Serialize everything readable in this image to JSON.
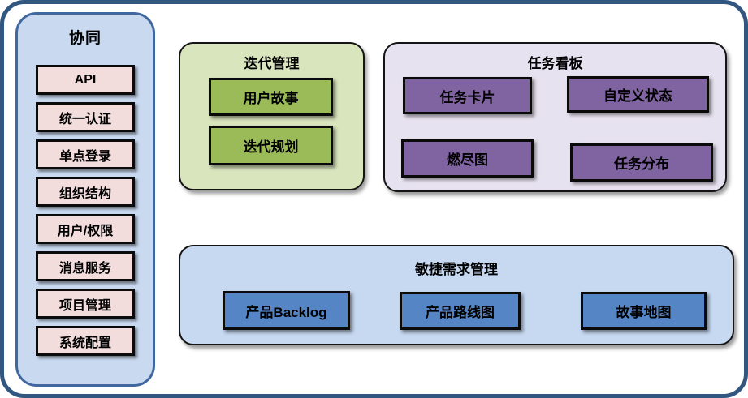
{
  "collaboration": {
    "title": "协同",
    "items": [
      "API",
      "统一认证",
      "单点登录",
      "组织结构",
      "用户/权限",
      "消息服务",
      "项目管理",
      "系统配置"
    ]
  },
  "iteration": {
    "title": "迭代管理",
    "items": [
      "用户故事",
      "迭代规划"
    ]
  },
  "taskboard": {
    "title": "任务看板",
    "items": [
      "任务卡片",
      "自定义状态",
      "燃尽图",
      "任务分布"
    ]
  },
  "agile": {
    "title": "敏捷需求管理",
    "items": [
      "产品Backlog",
      "产品路线图",
      "故事地图"
    ]
  },
  "colors": {
    "outer_border": "#31567f",
    "sidebar_bg": "#c9d9f0",
    "sidebar_border": "#40689f",
    "sidebar_item_bg": "#f2dddc",
    "iteration_bg": "#d9e5bd",
    "iteration_item_bg": "#9bbb59",
    "taskboard_bg": "#e7e2ef",
    "taskboard_item_bg": "#8064a2",
    "agile_bg": "#c6d9f1",
    "agile_item_bg": "#5585c5",
    "chip_border": "#000000",
    "text": "#000000"
  }
}
